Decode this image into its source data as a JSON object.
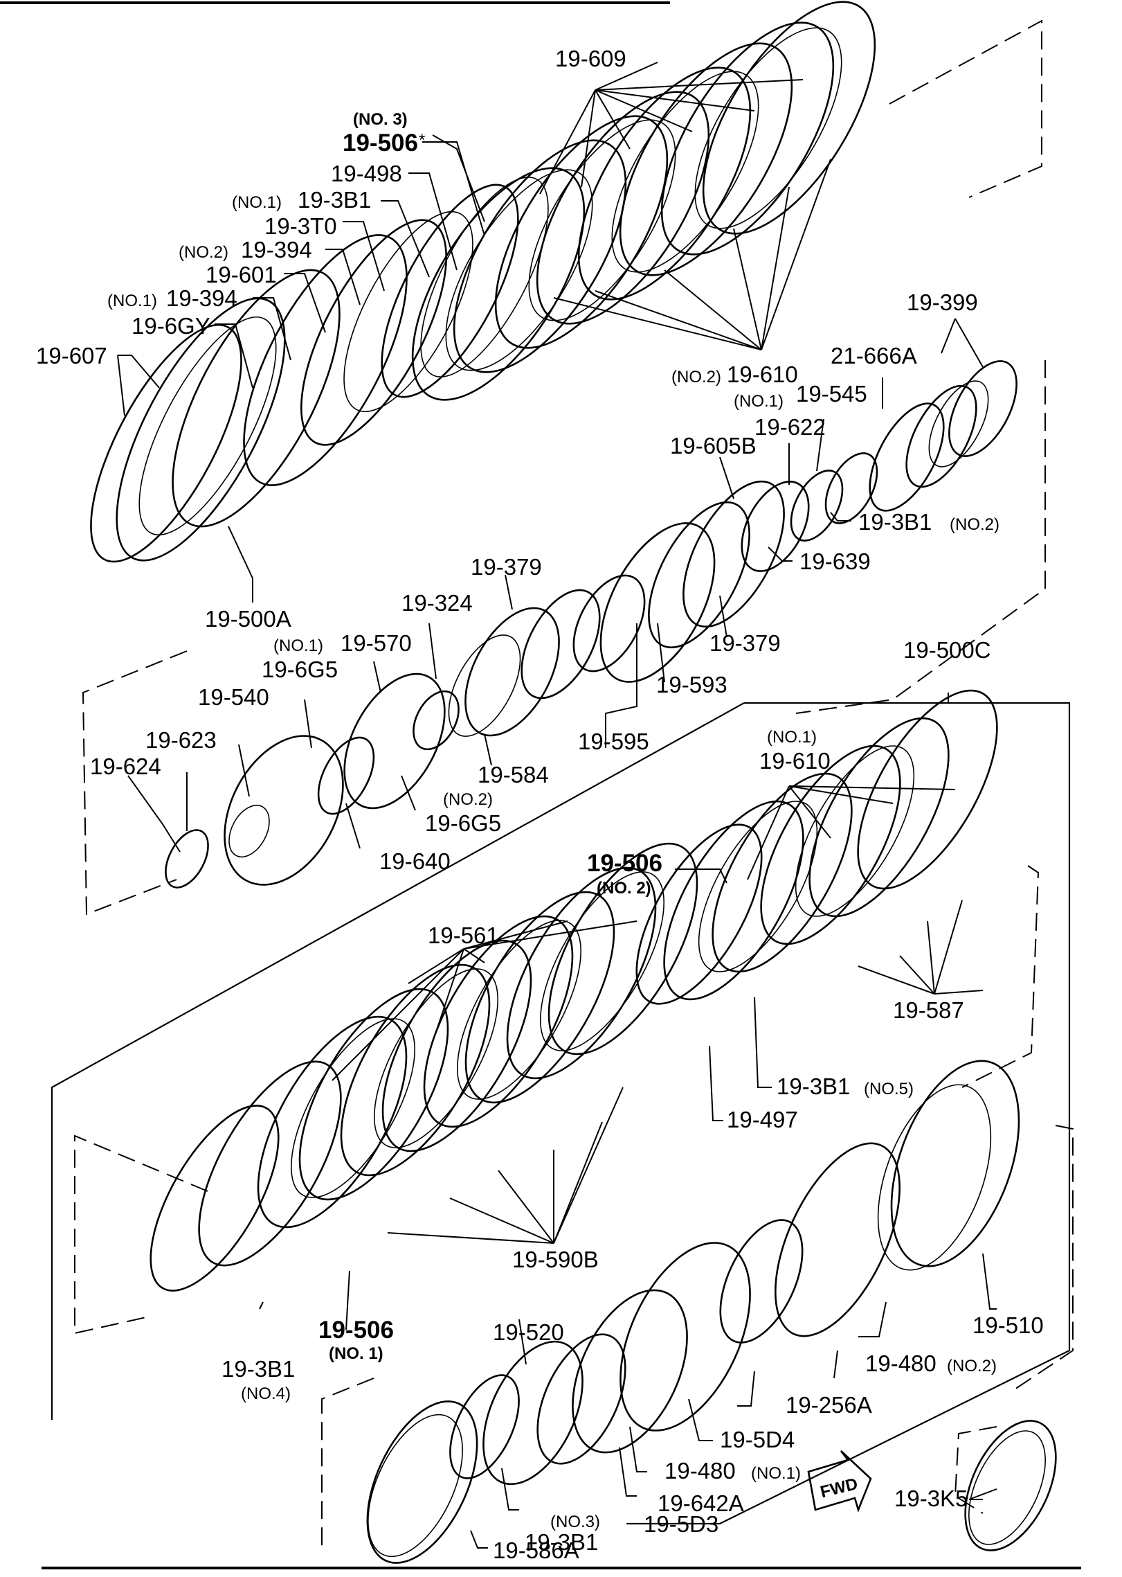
{
  "labels": {
    "p19_609": "19-609",
    "p19_506_top": "19-506",
    "p19_506_top_star": "*",
    "no3_top": "(NO. 3)",
    "p19_498": "19-498",
    "no1_3b1": "(NO.1)",
    "p19_3b1_top": "19-3B1",
    "p19_3t0": "19-3T0",
    "no2_394": "(NO.2)",
    "p19_394_top": "19-394",
    "p19_601": "19-601",
    "no1_394": "(NO.1)",
    "p19_394_b": "19-394",
    "p19_6gy": "19-6GY",
    "p19_607": "19-607",
    "p19_399": "19-399",
    "p21_666a": "21-666A",
    "no2_610": "(NO.2)",
    "p19_610_top": "19-610",
    "no1_545": "(NO.1)",
    "p19_545": "19-545",
    "p19_622": "19-622",
    "p19_605b": "19-605B",
    "p19_3b1_no2": "19-3B1",
    "no2_3b1": "(NO.2)",
    "p19_639": "19-639",
    "p19_379_top": "19-379",
    "p19_324": "19-324",
    "p19_500a": "19-500A",
    "p19_379_r": "19-379",
    "p19_500c": "19-500C",
    "no1_6g5": "(NO.1)",
    "p19_6g5_top": "19-6G5",
    "p19_570": "19-570",
    "p19_593": "19-593",
    "p19_540": "19-540",
    "p19_623": "19-623",
    "p19_624": "19-624",
    "p19_595": "19-595",
    "p19_584": "19-584",
    "no2_6g5": "(NO.2)",
    "p19_6g5_b": "19-6G5",
    "p19_640": "19-640",
    "no1_610": "(NO.1)",
    "p19_610_b": "19-610",
    "p19_506_mid": "19-506",
    "no2_506": "(NO. 2)",
    "p19_561": "19-561",
    "p19_587": "19-587",
    "p19_3b1_no5": "19-3B1",
    "no5": "(NO.5)",
    "p19_497": "19-497",
    "p19_590b": "19-590B",
    "p19_510": "19-510",
    "p19_506_low": "19-506",
    "no1_506": "(NO. 1)",
    "p19_3b1_no4": "19-3B1",
    "no4": "(NO.4)",
    "p19_480_no2": "19-480",
    "no2_480": "(NO.2)",
    "p19_520": "19-520",
    "p19_256a": "19-256A",
    "p19_5d4": "19-5D4",
    "p19_480_no1": "19-480",
    "no1_480": "(NO.1)",
    "p19_642a": "19-642A",
    "no3_3b1": "(NO.3)",
    "p19_3b1_no3": "19-3B1",
    "p19_5d3": "19-5D3",
    "p19_3k5": "19-3K5",
    "p19_586a": "19-586A",
    "fwd": "FWD"
  }
}
